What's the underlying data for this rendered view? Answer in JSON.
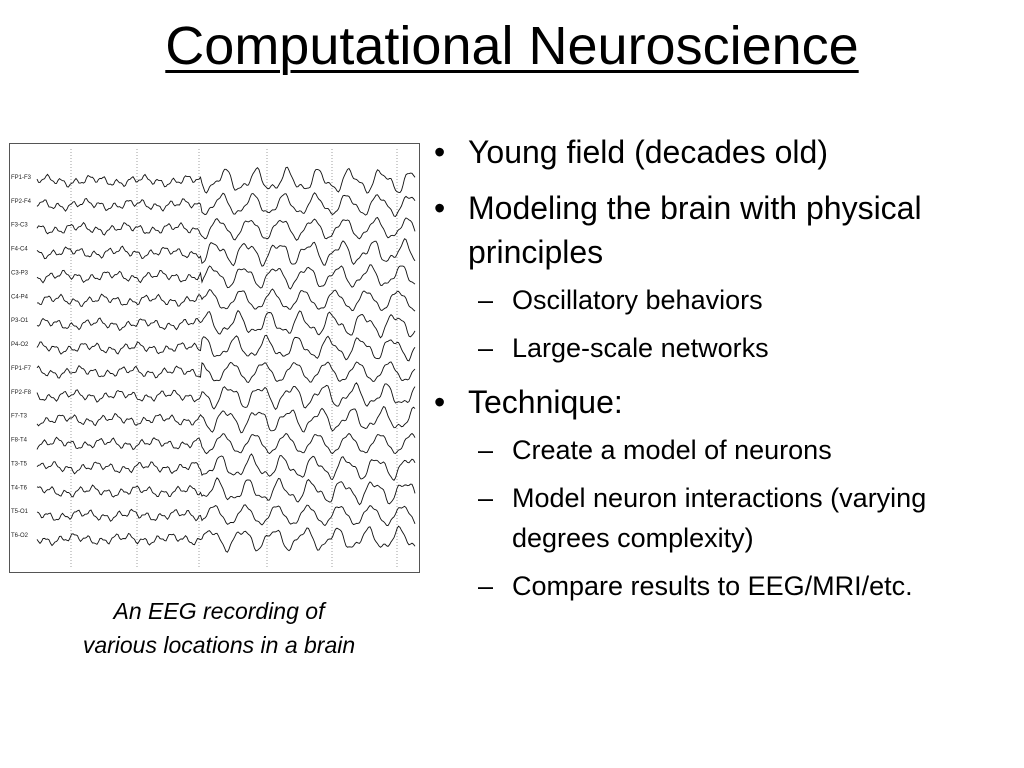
{
  "title": "Computational Neuroscience",
  "figure": {
    "icon": "eeg-recording-image",
    "channel_labels": [
      "FP1-F3",
      "FP2-F4",
      "F3-C3",
      "F4-C4",
      "C3-P3",
      "C4-P4",
      "P3-O1",
      "P4-O2",
      "FP1-F7",
      "FP2-F8",
      "F7-T3",
      "F8-T4",
      "T3-T5",
      "T4-T6",
      "T5-O1",
      "T6-O2"
    ],
    "caption_line1": "An EEG recording of",
    "caption_line2": "various locations in a brain"
  },
  "bullets": [
    {
      "text": "Young field (decades old)",
      "subs": []
    },
    {
      "text": "Modeling the brain with physical principles",
      "subs": [
        "Oscillatory behaviors",
        "Large-scale networks"
      ]
    },
    {
      "text": "Technique:",
      "subs": [
        "Create a model of neurons",
        "Model neuron interactions (varying degrees complexity)",
        "Compare results to EEG/MRI/etc."
      ]
    }
  ],
  "markers": {
    "level1": "•",
    "level2": "–"
  }
}
